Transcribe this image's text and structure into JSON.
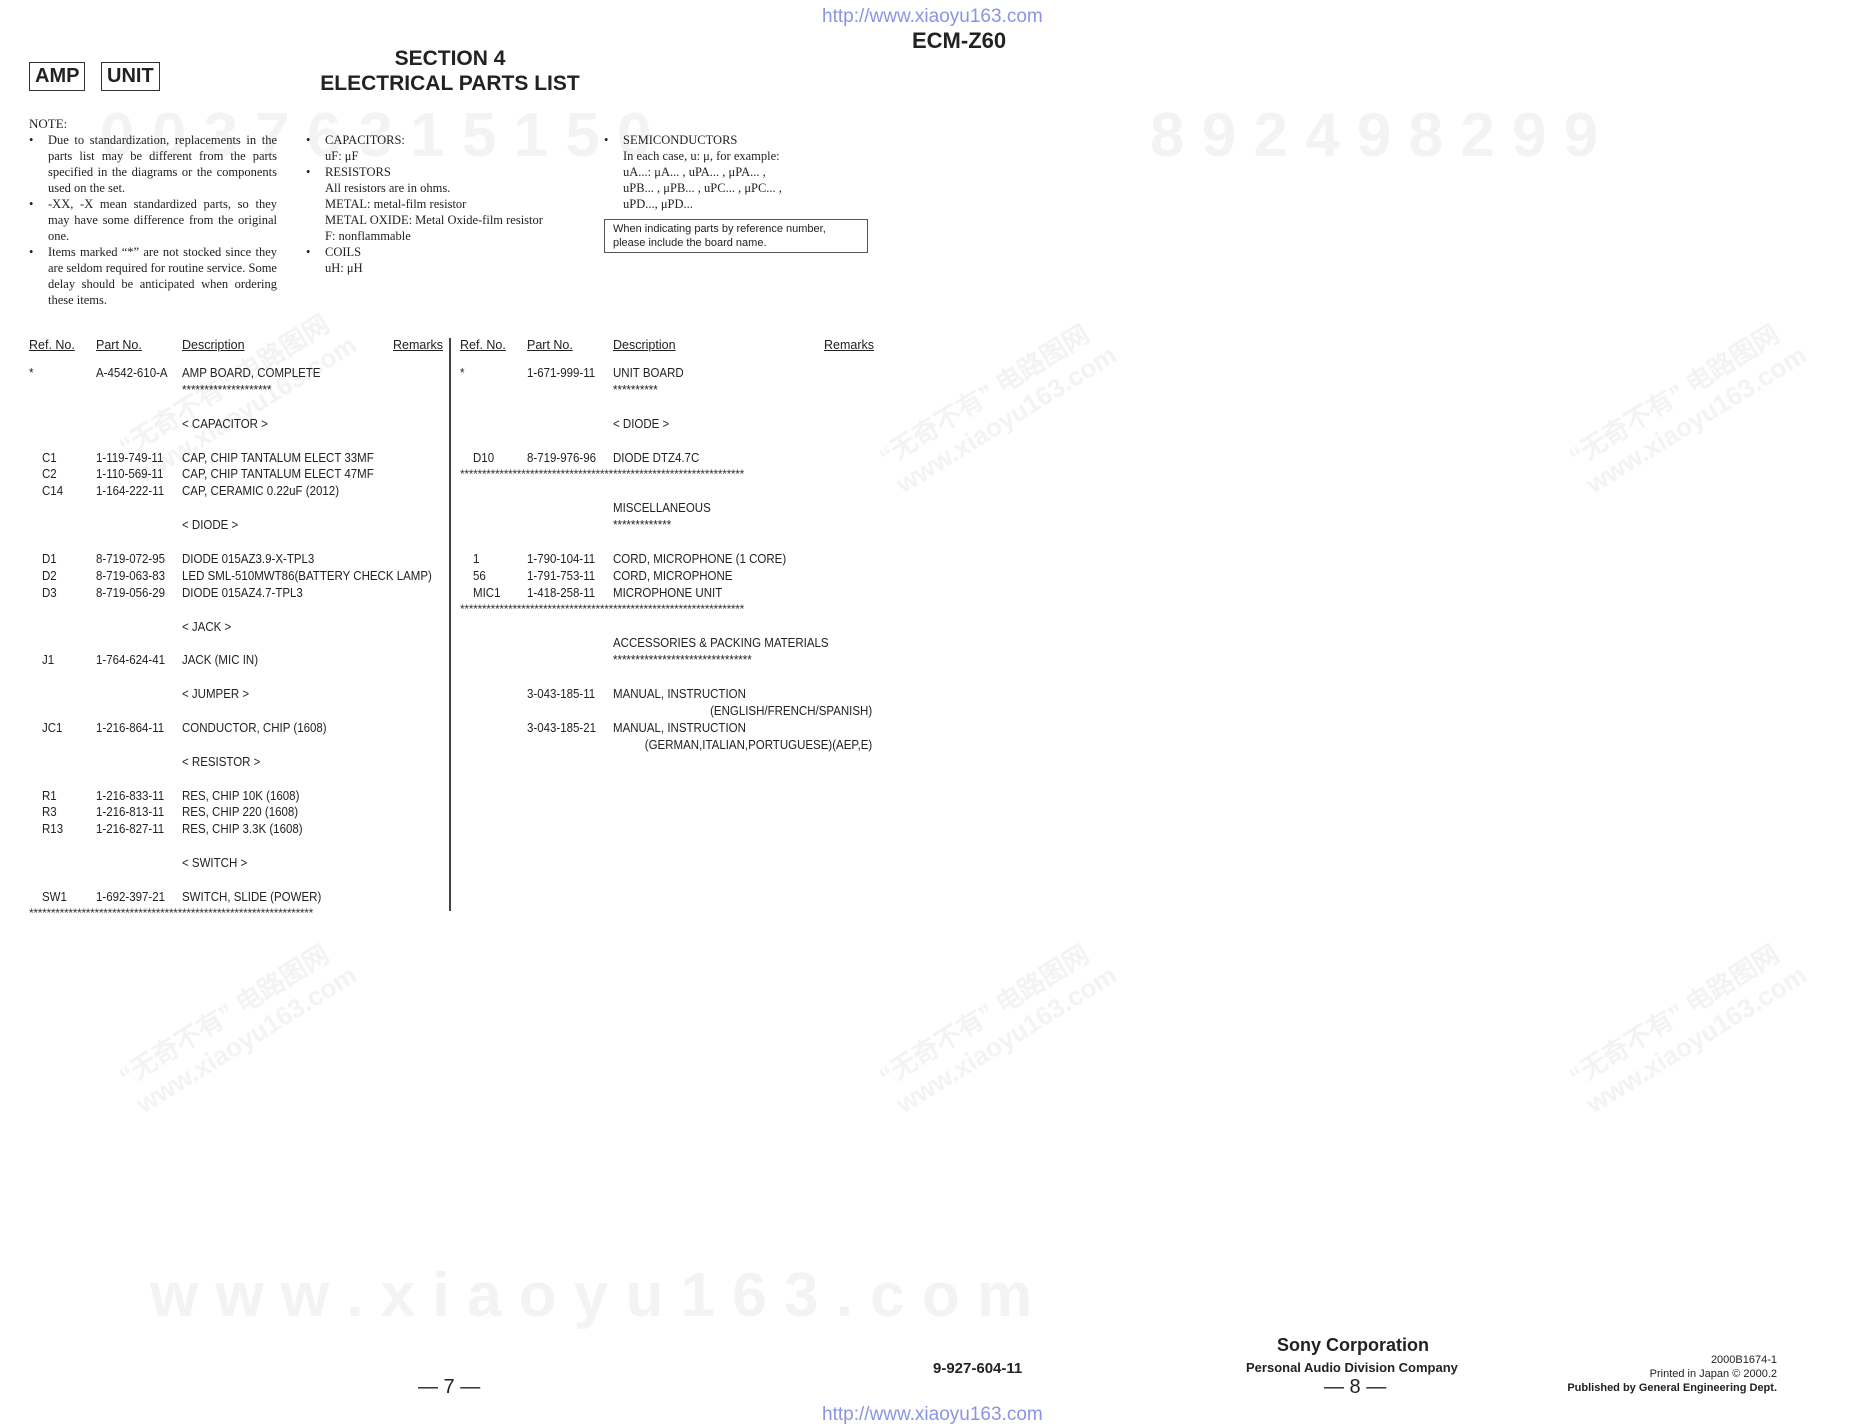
{
  "top_url": "http://www.xiaoyu163.com",
  "bottom_url": "http://www.xiaoyu163.com",
  "model": "ECM-Z60",
  "tags": [
    "AMP",
    "UNIT"
  ],
  "section": {
    "line1": "SECTION 4",
    "line2": "ELECTRICAL PARTS LIST"
  },
  "note": {
    "heading": "NOTE:",
    "col1": [
      "Due to standardization, replacements in the parts list may be different from the parts specified in the diagrams or the components used on the set.",
      "-XX, -X mean standardized parts, so they may have some difference from the original one.",
      "Items marked “*” are not stocked since they are seldom required for routine service. Some delay should be anticipated when ordering these items."
    ],
    "capacitors": {
      "title": "CAPACITORS:",
      "lines": [
        "uF: μF"
      ]
    },
    "resistors": {
      "title": "RESISTORS",
      "lines": [
        "All resistors are in ohms.",
        "METAL: metal-film resistor",
        "METAL OXIDE: Metal Oxide-film resistor",
        "F: nonflammable"
      ]
    },
    "coils": {
      "title": "COILS",
      "lines": [
        "uH: μH"
      ]
    },
    "semiconductors": {
      "title": "SEMICONDUCTORS",
      "lines": [
        "In each case, u: μ, for example:",
        "uA...: μA... , uPA... , μPA... ,",
        "uPB... , μPB... , uPC... , μPC... ,",
        "uPD..., μPD..."
      ]
    },
    "box": [
      "When indicating parts by reference number,",
      "please include the board name."
    ]
  },
  "table_headers": {
    "ref": "Ref. No.",
    "part": "Part No.",
    "desc": "Description",
    "remarks": "Remarks"
  },
  "left_rows": [
    {
      "ref": "*",
      "part": "A-4542-610-A",
      "desc": "AMP BOARD, COMPLETE"
    },
    {
      "ref": "",
      "part": "",
      "desc": "********************"
    },
    {
      "ref": "",
      "part": "",
      "desc": ""
    },
    {
      "ref": "",
      "part": "",
      "desc": "< CAPACITOR >"
    },
    {
      "ref": "",
      "part": "",
      "desc": ""
    },
    {
      "ref": "C1",
      "part": "1-119-749-11",
      "desc": "CAP, CHIP TANTALUM ELECT 33MF"
    },
    {
      "ref": "C2",
      "part": "1-110-569-11",
      "desc": "CAP, CHIP TANTALUM ELECT 47MF"
    },
    {
      "ref": "C14",
      "part": "1-164-222-11",
      "desc": "CAP, CERAMIC 0.22uF (2012)"
    },
    {
      "ref": "",
      "part": "",
      "desc": ""
    },
    {
      "ref": "",
      "part": "",
      "desc": "< DIODE >"
    },
    {
      "ref": "",
      "part": "",
      "desc": ""
    },
    {
      "ref": "D1",
      "part": "8-719-072-95",
      "desc": "DIODE   015AZ3.9-X-TPL3"
    },
    {
      "ref": "D2",
      "part": "8-719-063-83",
      "desc": "LED  SML-510MWT86(BATTERY CHECK LAMP)"
    },
    {
      "ref": "D3",
      "part": "8-719-056-29",
      "desc": "DIODE   015AZ4.7-TPL3"
    },
    {
      "ref": "",
      "part": "",
      "desc": ""
    },
    {
      "ref": "",
      "part": "",
      "desc": "< JACK >"
    },
    {
      "ref": "",
      "part": "",
      "desc": ""
    },
    {
      "ref": "J1",
      "part": "1-764-624-41",
      "desc": "JACK (MIC IN)"
    },
    {
      "ref": "",
      "part": "",
      "desc": ""
    },
    {
      "ref": "",
      "part": "",
      "desc": "< JUMPER >"
    },
    {
      "ref": "",
      "part": "",
      "desc": ""
    },
    {
      "ref": "JC1",
      "part": "1-216-864-11",
      "desc": "CONDUCTOR, CHIP (1608)"
    },
    {
      "ref": "",
      "part": "",
      "desc": ""
    },
    {
      "ref": "",
      "part": "",
      "desc": "< RESISTOR >"
    },
    {
      "ref": "",
      "part": "",
      "desc": ""
    },
    {
      "ref": "R1",
      "part": "1-216-833-11",
      "desc": "RES, CHIP 10K      (1608)"
    },
    {
      "ref": "R3",
      "part": "1-216-813-11",
      "desc": "RES, CHIP 220       (1608)"
    },
    {
      "ref": "R13",
      "part": "1-216-827-11",
      "desc": "RES, CHIP 3.3K     (1608)"
    },
    {
      "ref": "",
      "part": "",
      "desc": ""
    },
    {
      "ref": "",
      "part": "",
      "desc": "< SWITCH >"
    },
    {
      "ref": "",
      "part": "",
      "desc": ""
    },
    {
      "ref": "SW1",
      "part": "1-692-397-21",
      "desc": "SWITCH, SLIDE (POWER)"
    }
  ],
  "right_rows": [
    {
      "ref": "*",
      "part": "1-671-999-11",
      "desc": "UNIT BOARD",
      "remarks": ""
    },
    {
      "ref": "",
      "part": "",
      "desc": "**********",
      "remarks": ""
    },
    {
      "ref": "",
      "part": "",
      "desc": "",
      "remarks": ""
    },
    {
      "ref": "",
      "part": "",
      "desc": "< DIODE >",
      "remarks": ""
    },
    {
      "ref": "",
      "part": "",
      "desc": "",
      "remarks": ""
    },
    {
      "ref": "D10",
      "part": "8-719-976-96",
      "desc": "DIODE   DTZ4.7C",
      "remarks": ""
    },
    {
      "ref": "",
      "part": "",
      "desc": "",
      "remarks": ""
    },
    {
      "ref": "",
      "part": "",
      "desc": "",
      "remarks": ""
    },
    {
      "ref": "",
      "part": "",
      "desc": "MISCELLANEOUS",
      "remarks": ""
    },
    {
      "ref": "",
      "part": "",
      "desc": "*************",
      "remarks": ""
    },
    {
      "ref": "",
      "part": "",
      "desc": "",
      "remarks": ""
    },
    {
      "ref": "1",
      "part": "1-790-104-11",
      "desc": "CORD, MICROPHONE (1 CORE)",
      "remarks": ""
    },
    {
      "ref": "56",
      "part": "1-791-753-11",
      "desc": "CORD, MICROPHONE",
      "remarks": ""
    },
    {
      "ref": "MIC1",
      "part": "1-418-258-11",
      "desc": "MICROPHONE UNIT",
      "remarks": ""
    },
    {
      "ref": "",
      "part": "",
      "desc": "",
      "remarks": ""
    },
    {
      "ref": "",
      "part": "",
      "desc": "",
      "remarks": ""
    },
    {
      "ref": "",
      "part": "",
      "desc": "ACCESSORIES & PACKING MATERIALS",
      "remarks": ""
    },
    {
      "ref": "",
      "part": "",
      "desc": "*******************************",
      "remarks": ""
    },
    {
      "ref": "",
      "part": "",
      "desc": "",
      "remarks": ""
    },
    {
      "ref": "",
      "part": "3-043-185-11",
      "desc": "MANUAL, INSTRUCTION",
      "remarks": ""
    },
    {
      "ref": "",
      "part": "",
      "desc": "",
      "remarks": "(ENGLISH/FRENCH/SPANISH)"
    },
    {
      "ref": "",
      "part": "3-043-185-21",
      "desc": "MANUAL, INSTRUCTION",
      "remarks": ""
    },
    {
      "ref": "",
      "part": "",
      "desc": "",
      "remarks": "(GERMAN,ITALIAN,PORTUGUESE)(AEP,E)"
    }
  ],
  "star_line": "*****************************************************************",
  "footer": {
    "page_left": "— 7 —",
    "page_right": "— 8 —",
    "doc_number": "9-927-604-11",
    "company": "Sony Corporation",
    "division": "Personal Audio Division Company",
    "code": "2000B1674-1",
    "printed": "Printed in Japan  © 2000.2",
    "published": "Published by General Engineering Dept."
  },
  "watermarks": {
    "digits_left": "0 0 3 7 6 3 1 5 1 5 0",
    "digits_right": "8 9 2 4 9 8 2 9 9",
    "site": "w w w . x i a o y u 1 6 3 . c o m",
    "cn": "“无奇不有” 电路图网",
    "site_small": "www.xiaoyu163.com"
  },
  "colors": {
    "watermark": "#f3f3f3",
    "url": "#8b93e6",
    "text": "#222222"
  }
}
